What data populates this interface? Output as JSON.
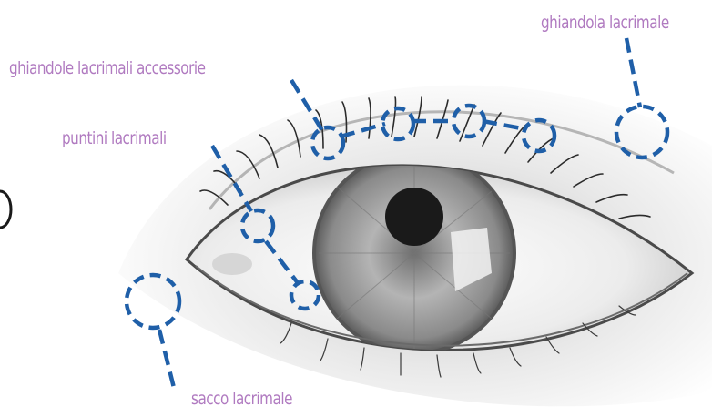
{
  "labels": {
    "lacrimal_gland": "ghiandola lacrimale",
    "accessory_glands": "ghiandole lacrimali accessorie",
    "lacrimal_puncta": "puntini lacrimali",
    "lacrimal_sac": "sacco lacrimale"
  },
  "colors": {
    "label_text": "#b07ac0",
    "marker": "#1f5fa8",
    "eye_shading": "#7a7a7a"
  }
}
